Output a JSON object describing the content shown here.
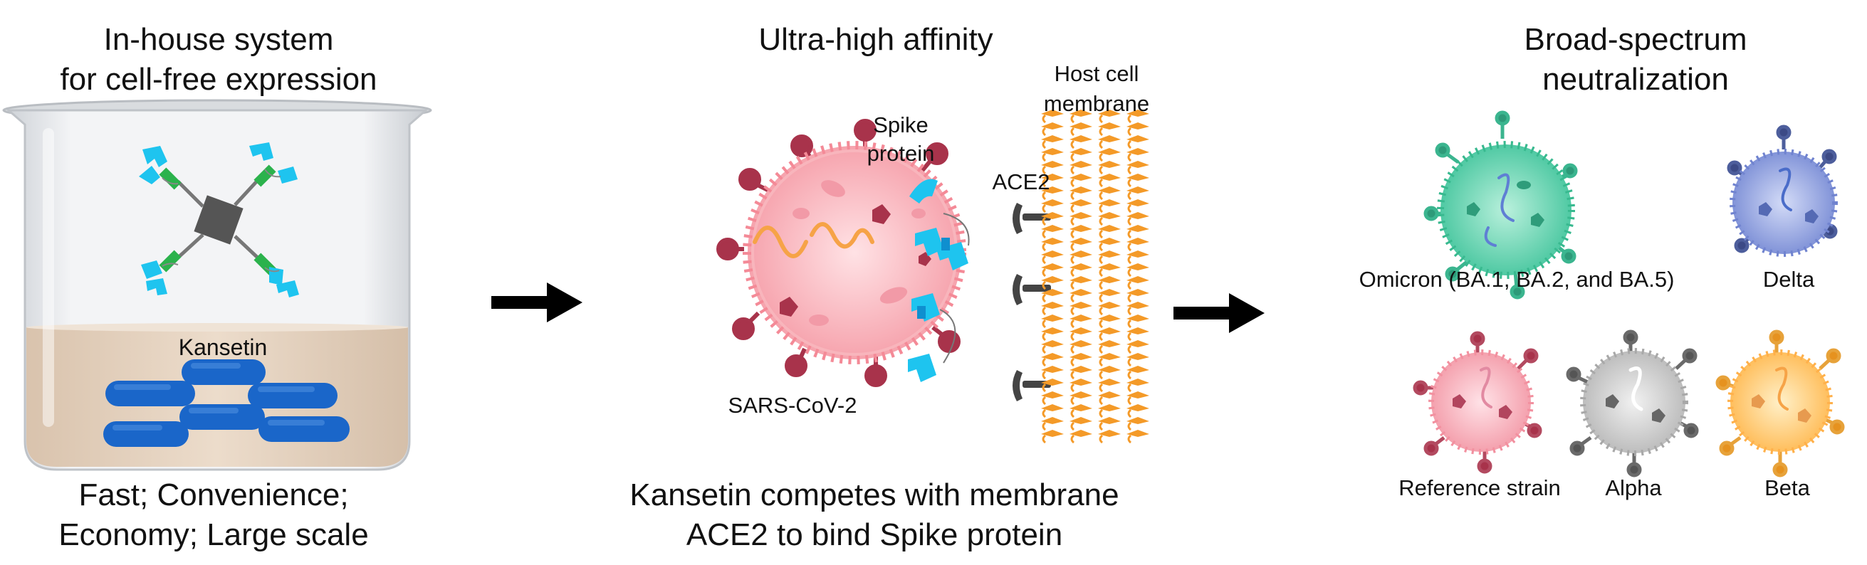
{
  "panel_left": {
    "title_line1": "In-house system",
    "title_line2": "for cell-free expression",
    "beaker_label": "Kansetin",
    "caption_line1": "Fast; Convenience;",
    "caption_line2": "Economy; Large scale"
  },
  "panel_middle": {
    "title": "Ultra-high affinity",
    "spike_label_line1": "Spike",
    "spike_label_line2": "protein",
    "host_label_line1": "Host cell",
    "host_label_line2": "membrane",
    "receptor_label": "ACE2",
    "virus_label": "SARS-CoV-2",
    "caption_line1": "Kansetin competes with membrane",
    "caption_line2": "ACE2 to bind Spike protein"
  },
  "panel_right": {
    "title_line1": "Broad-spectrum",
    "title_line2": "neutralization",
    "variants": [
      {
        "label": "Omicron (BA.1, BA.2, and BA.5)",
        "color": "#5fd3b0"
      },
      {
        "label": "Delta",
        "color": "#8d9ee0"
      },
      {
        "label": "Reference strain",
        "color": "#f7a8b4"
      },
      {
        "label": "Alpha",
        "color": "#c8c8c8"
      },
      {
        "label": "Beta",
        "color": "#ffc36b"
      }
    ]
  },
  "colors": {
    "arrow": "#000000",
    "kansetin_blue": "#1a66c9",
    "binder_cyan": "#1ec4ef",
    "linker_green": "#2bb24c",
    "virus_pink": "#f9b6bd",
    "spike_maroon": "#a8334b",
    "membrane_orange": "#f49a28",
    "liquid": "#e4d3c1"
  }
}
